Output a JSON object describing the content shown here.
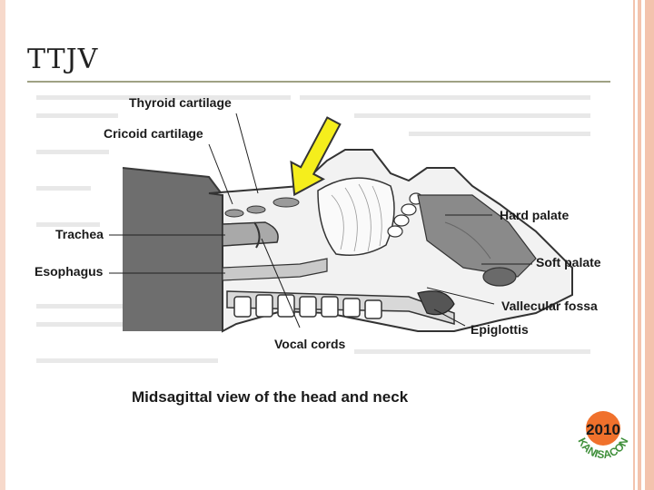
{
  "slide": {
    "title": "TTJV",
    "caption": "Midsagittal view of the head and neck"
  },
  "diagram": {
    "labels": {
      "thyroid": "Thyroid cartilage",
      "cricoid": "Cricoid cartilage",
      "trachea": "Trachea",
      "esophagus": "Esophagus",
      "vocal": "Vocal cords",
      "hard_palate": "Hard palate",
      "soft_palate": "Soft palate",
      "vallecular": "Vallecular fossa",
      "epiglottis": "Epiglottis"
    }
  },
  "badge": {
    "year": "2010",
    "text": "KANISACON"
  },
  "colors": {
    "arrow_fill": "#f5ee1c",
    "badge_circle": "#f0712c",
    "badge_text_green": "#3f8f3a",
    "rule": "#9fa184",
    "border": "#f3c3ad"
  }
}
